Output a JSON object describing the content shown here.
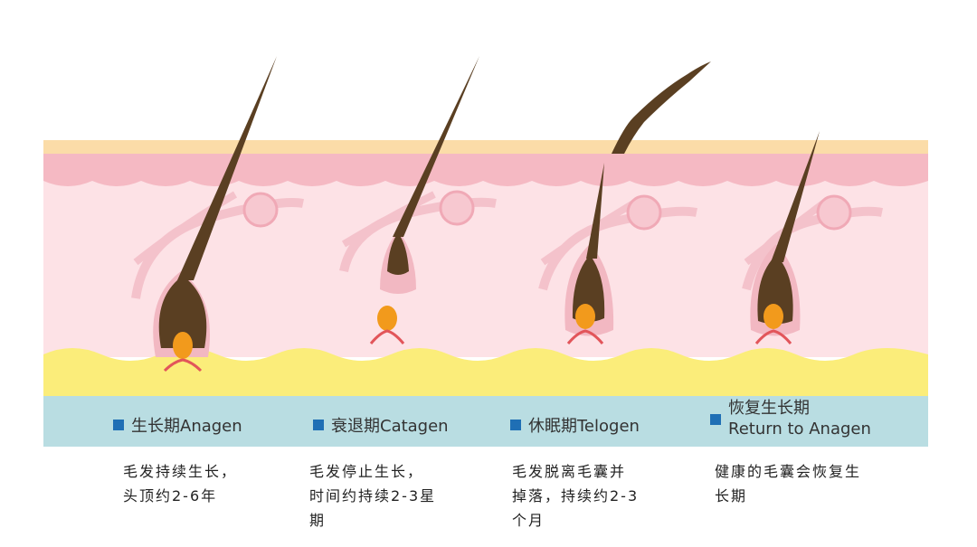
{
  "stages": [
    {
      "legend": "生长期Anagen",
      "description": "毛发持续生长，\n头顶约2-6年"
    },
    {
      "legend": "衰退期Catagen",
      "description": "毛发停止生长，\n时间约持续2-3星\n期"
    },
    {
      "legend": "休眠期Telogen",
      "description": "毛发脱离毛囊并\n掉落，持续约2-3\n个月"
    },
    {
      "legend": "恢复生长期",
      "legend_line2": "Return to  Anagen",
      "description": "健康的毛囊会恢复生\n长期"
    }
  ],
  "colors": {
    "top_band": "#fbdca8",
    "epidermis": "#f5b9c3",
    "dermis": "#fde2e6",
    "fat": "#fbed7a",
    "legend_band": "#b9dde2",
    "hair": "#5a3f22",
    "papilla": "#f29a1c",
    "legend_square": "#1f6fb5"
  }
}
